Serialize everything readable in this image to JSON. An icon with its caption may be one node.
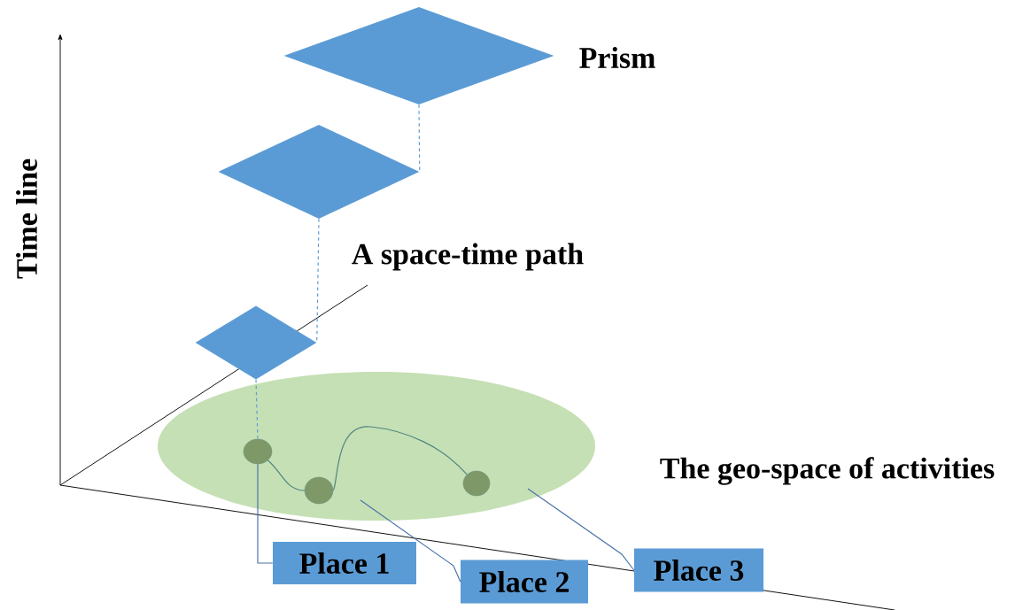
{
  "diagram": {
    "nodes": [
      {
        "text": [],
        "shape": "diamond"
      },
      {
        "text": [],
        "shape": "diamond"
      },
      {
        "text": [],
        "shape": "diamond"
      },
      {
        "text": [],
        "shape": "ellipse"
      },
      {
        "text": [],
        "shape": "circle",
        "in": 3
      },
      {
        "text": [],
        "shape": "circle",
        "in": 3
      },
      {
        "text": [],
        "shape": "circle",
        "in": 3
      },
      {
        "text": [
          "Place 1"
        ]
      },
      {
        "text": [
          "Place 2"
        ]
      },
      {
        "text": [
          "Place 3"
        ]
      }
    ],
    "edges": [
      {
        "from": 0,
        "to": 1,
        "arrow": "none",
        "style": "dashed",
        "color": "#5b9bd5"
      },
      {
        "from": 1,
        "to": 2,
        "arrow": "none",
        "style": "dashed",
        "color": "#5b9bd5"
      },
      {
        "from": 2,
        "to": 4,
        "arrow": "none",
        "style": "dashed",
        "color": "#5b9bd5"
      },
      {
        "from": 4,
        "to": 5,
        "arrow": "none",
        "color": "#4e8580"
      },
      {
        "from": 5,
        "to": 6,
        "arrow": "none",
        "color": "#4e8580"
      },
      {
        "from": 7,
        "to": 4,
        "arrow": "none",
        "color": "#4a72a8"
      },
      {
        "from": 8,
        "to": 3,
        "arrow": "none",
        "color": "#4a72a8"
      },
      {
        "from": 9,
        "to": 3,
        "arrow": "none",
        "color": "#4a72a8"
      }
    ],
    "labels": [
      "Time line",
      "Prism",
      "A space-time path",
      "The geo-space of activities"
    ]
  }
}
